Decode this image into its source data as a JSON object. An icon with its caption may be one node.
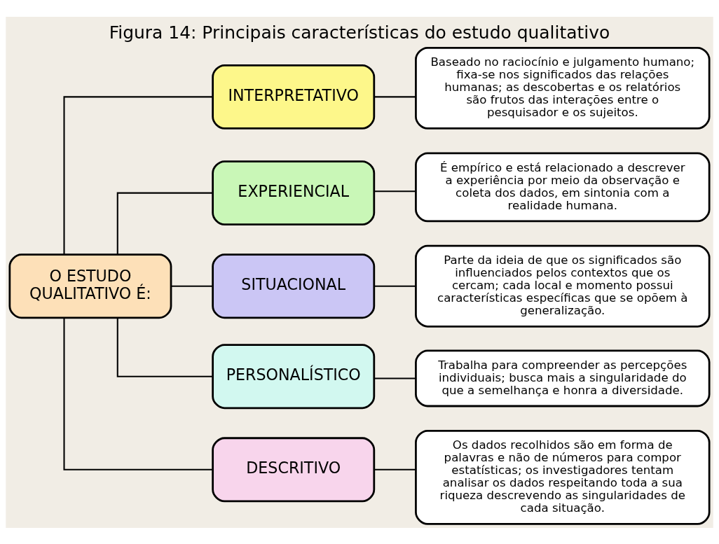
{
  "diagram": {
    "title": "Figura 14: Principais características do estudo qualitativo",
    "nodes": [
      {
        "text": [
          "O ESTUDO QUALITATIVO É:"
        ]
      },
      {
        "text": [
          "INTERPRETATIVO"
        ]
      },
      {
        "text": [
          "EXPERIENCIAL"
        ]
      },
      {
        "text": [
          "SITUACIONAL"
        ]
      },
      {
        "text": [
          "PERSONALÍSTICO"
        ]
      },
      {
        "text": [
          "DESCRITIVO"
        ]
      },
      {
        "text": [
          "Baseado no raciocínio e julgamento humano; fixa-se nos significados das relações humanas; as descobertas e os relatórios são frutos das interações entre o pesquisador e os sujeitos."
        ]
      },
      {
        "text": [
          "É empírico e está relacionado a descrever a experiência por meio da observação e coleta dos dados, em sintonia com a realidade humana."
        ]
      },
      {
        "text": [
          "Parte da ideia de que os significados são influenciados pelos contextos que os cercam; cada local e momento possui características específicas que se opõem à generalização."
        ]
      },
      {
        "text": [
          "Trabalha para compreender as percepções individuais; busca mais a singularidade do que a semelhança e honra a diversidade."
        ]
      },
      {
        "text": [
          "Os dados recolhidos são em forma de palavras e não de números para compor estatísticas; os investigadores tentam analisar os dados respeitando toda a sua riqueza descrevendo as singularidades de cada situação."
        ]
      }
    ],
    "edges": [
      {
        "from": 0,
        "to": 1,
        "arrow": "none"
      },
      {
        "from": 0,
        "to": 2,
        "arrow": "none"
      },
      {
        "from": 0,
        "to": 3,
        "arrow": "none"
      },
      {
        "from": 0,
        "to": 4,
        "arrow": "none"
      },
      {
        "from": 0,
        "to": 5,
        "arrow": "none"
      },
      {
        "from": 1,
        "to": 6,
        "arrow": "none"
      },
      {
        "from": 2,
        "to": 7,
        "arrow": "none"
      },
      {
        "from": 3,
        "to": 8,
        "arrow": "none"
      },
      {
        "from": 4,
        "to": 9,
        "arrow": "none"
      },
      {
        "from": 5,
        "to": 10,
        "arrow": "none"
      }
    ]
  }
}
